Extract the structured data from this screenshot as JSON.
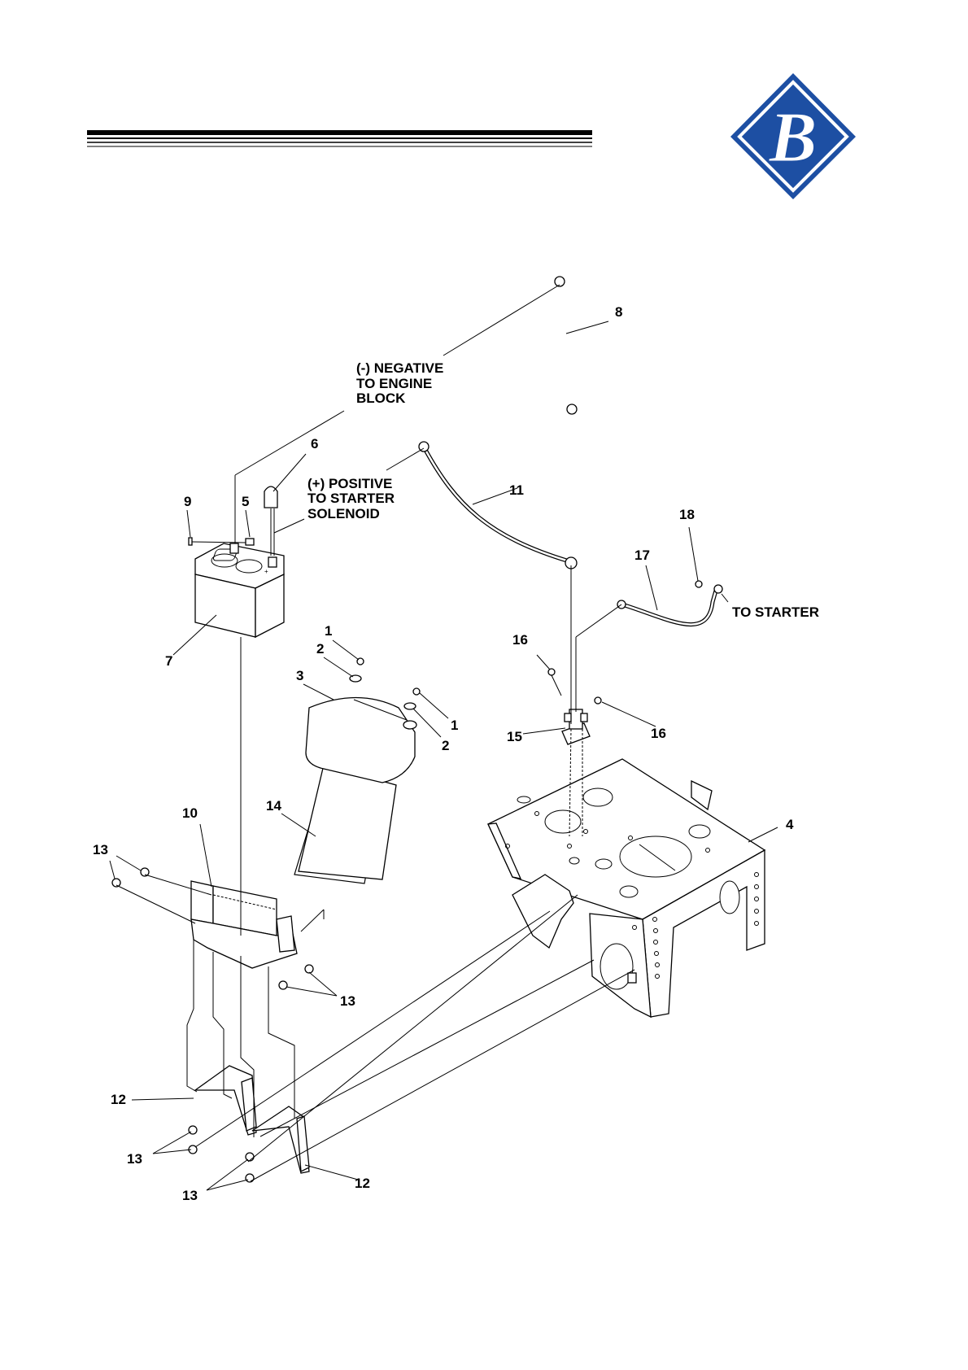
{
  "logo": {
    "letter": "B",
    "color": "#1d4fa3"
  },
  "header_rule": {
    "color": "#000000"
  },
  "callouts": {
    "c1a": "1",
    "c1b": "1",
    "c2a": "2",
    "c2b": "2",
    "c3": "3",
    "c4": "4",
    "c5": "5",
    "c6": "6",
    "c7": "7",
    "c8": "8",
    "c9": "9",
    "c10": "10",
    "c11": "11",
    "c12a": "12",
    "c12b": "12",
    "c13a": "13",
    "c13b": "13",
    "c13c": "13",
    "c13d": "13",
    "c14": "14",
    "c15": "15",
    "c16a": "16",
    "c16b": "16",
    "c17": "17",
    "c18": "18"
  },
  "notes": {
    "negative": [
      "(-) NEGATIVE",
      "TO ENGINE",
      "BLOCK"
    ],
    "positive": [
      "(+) POSITIVE",
      "TO STARTER",
      "SOLENOID"
    ],
    "starter": "TO STARTER"
  }
}
